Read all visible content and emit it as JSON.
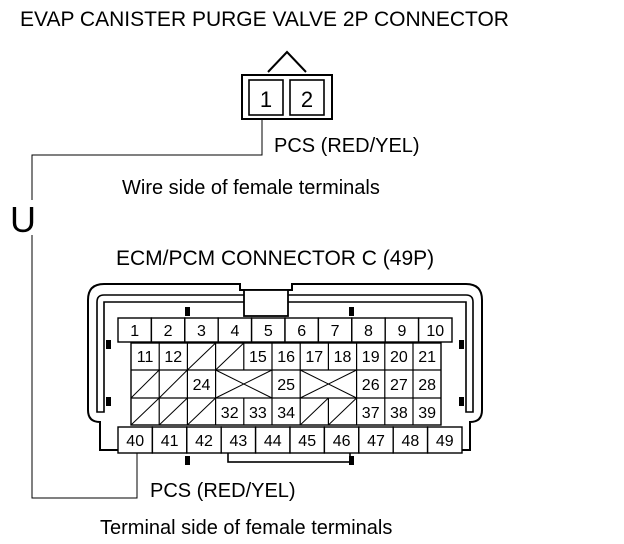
{
  "evap_connector": {
    "title": "EVAP CANISTER PURGE VALVE 2P CONNECTOR",
    "terminals": [
      "1",
      "2"
    ],
    "wire_label": "PCS (RED/YEL)",
    "caption": "Wire side of female terminals"
  },
  "continuity_symbol": "U",
  "ecm_connector": {
    "title": "ECM/PCM CONNECTOR C (49P)",
    "row1": [
      "1",
      "2",
      "3",
      "4",
      "5",
      "6",
      "7",
      "8",
      "9",
      "10"
    ],
    "row2": [
      "11",
      "12",
      "",
      "",
      "15",
      "16",
      "17",
      "18",
      "19",
      "20",
      "21"
    ],
    "row3": [
      "",
      "",
      "24",
      "",
      "",
      "25",
      "",
      "",
      "26",
      "27",
      "28"
    ],
    "row4": [
      "",
      "",
      "",
      "32",
      "33",
      "34",
      "",
      "",
      "37",
      "38",
      "39"
    ],
    "row5": [
      "40",
      "41",
      "42",
      "43",
      "44",
      "45",
      "46",
      "47",
      "48",
      "49"
    ],
    "wire_label": "PCS (RED/YEL)",
    "caption": "Terminal side of female terminals"
  }
}
